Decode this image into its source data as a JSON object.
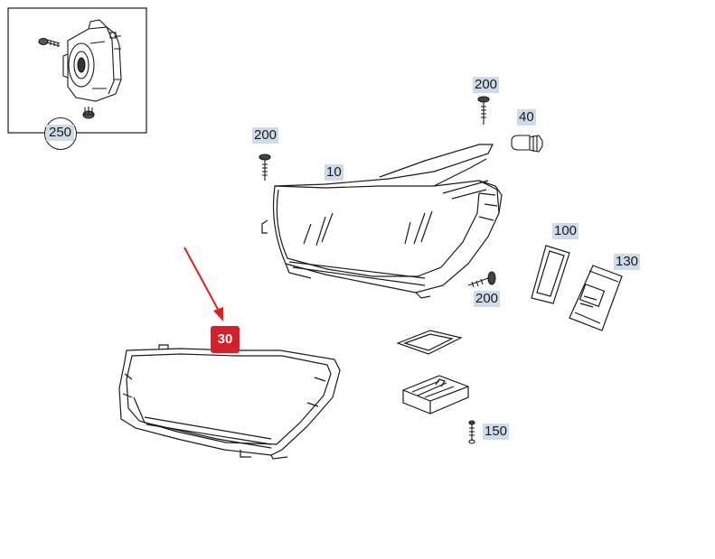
{
  "inset": {
    "label": "250"
  },
  "callouts": {
    "part_10": "10",
    "part_30": "30",
    "part_40": "40",
    "part_100": "100",
    "part_130": "130",
    "part_150": "150",
    "part_200_a": "200",
    "part_200_b": "200",
    "part_200_c": "200"
  },
  "colors": {
    "line": "#1a1a1a",
    "label_bg": "#cfdbe9",
    "highlight": "#d3202a",
    "arrow": "#e0201e"
  }
}
